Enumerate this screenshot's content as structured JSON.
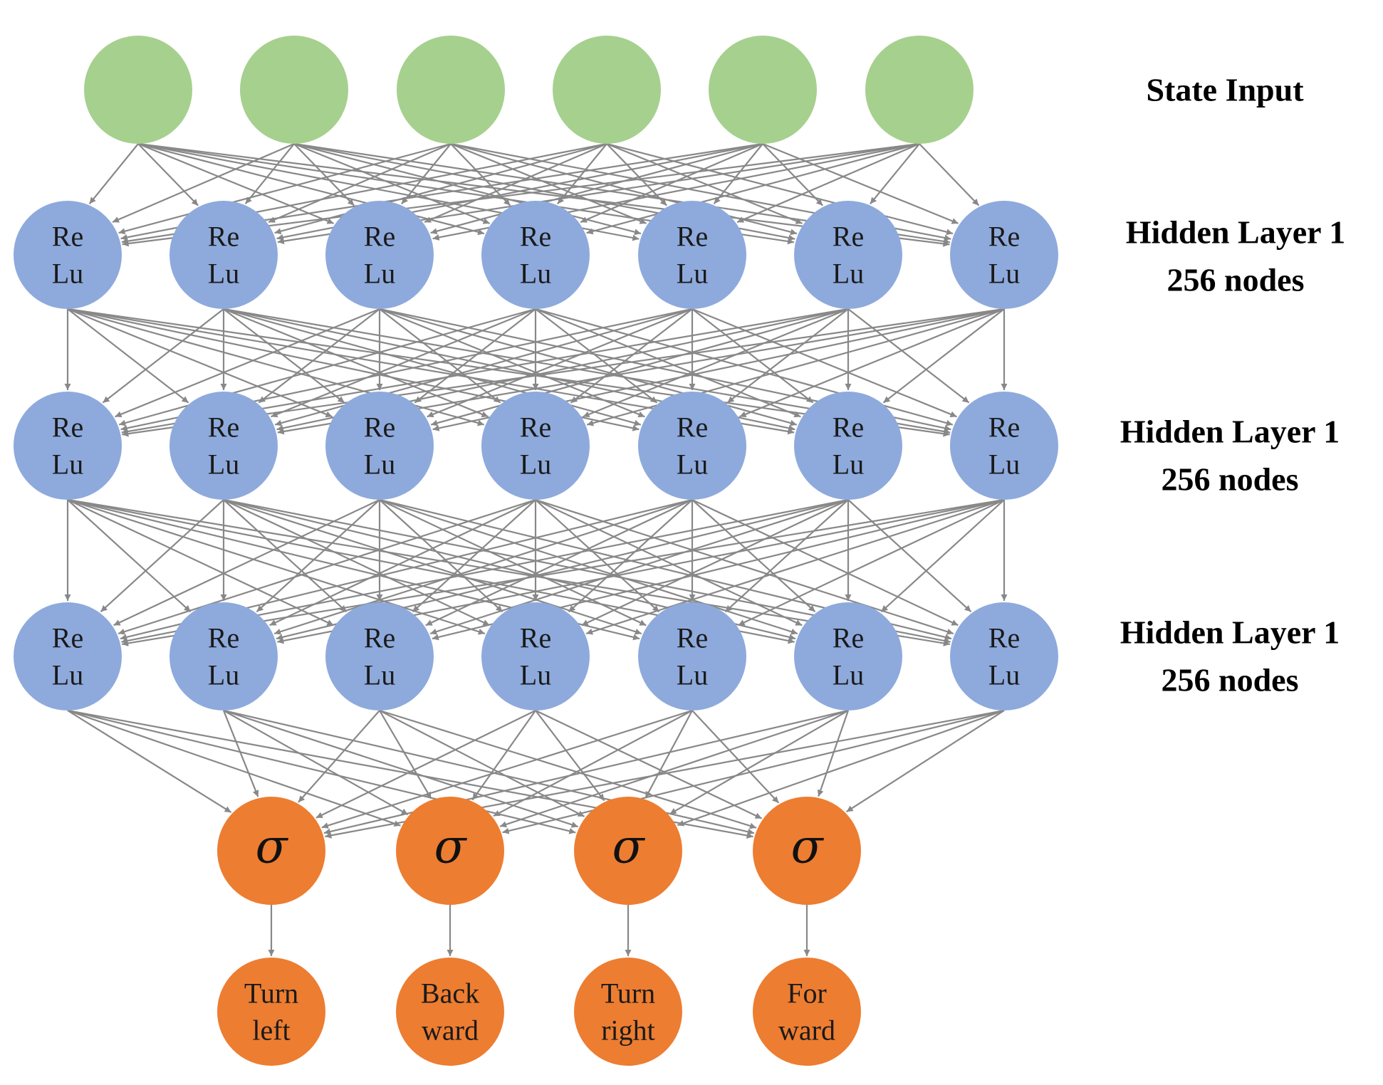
{
  "colors": {
    "input_node": "#a6d08e",
    "hidden_node": "#8eaadc",
    "output_node": "#ed7d31",
    "edge": "#888888"
  },
  "layers": [
    {
      "id": "input",
      "label_lines": [
        "State Input"
      ],
      "node_count": 6,
      "node_text": []
    },
    {
      "id": "hidden1",
      "label_lines": [
        "Hidden Layer 1",
        "256 nodes"
      ],
      "node_count": 7,
      "node_text": [
        "Re",
        "Lu"
      ]
    },
    {
      "id": "hidden2",
      "label_lines": [
        "Hidden Layer 1",
        "256 nodes"
      ],
      "node_count": 7,
      "node_text": [
        "Re",
        "Lu"
      ]
    },
    {
      "id": "hidden3",
      "label_lines": [
        "Hidden Layer 1",
        "256 nodes"
      ],
      "node_count": 7,
      "node_text": [
        "Re",
        "Lu"
      ]
    },
    {
      "id": "sigmoid",
      "label_lines": [],
      "node_count": 4,
      "node_symbol": "σ"
    },
    {
      "id": "actions",
      "label_lines": [],
      "node_count": 4,
      "actions": [
        [
          "Turn",
          "left"
        ],
        [
          "Back",
          "ward"
        ],
        [
          "Turn",
          "right"
        ],
        [
          "For",
          "ward"
        ]
      ]
    }
  ]
}
